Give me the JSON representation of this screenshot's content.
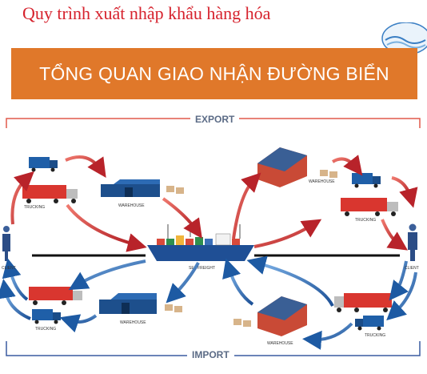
{
  "header": {
    "title": "Quy trình xuất nhập khẩu hàng hóa",
    "banner": "TỔNG QUAN GIAO NHẬN ĐƯỜNG BIỂN"
  },
  "diagram": {
    "export_label": "EXPORT",
    "import_label": "IMPORT",
    "labels": {
      "client": "CLIENT",
      "trucking": "TRUCKING",
      "warehouse": "WAREHOUSE",
      "sea_freight": "SEA FREIGHT"
    }
  },
  "colors": {
    "banner": "#e0782a",
    "title": "#d6222d",
    "export_arrow": "#c9262c",
    "import_arrow": "#1f5fa8",
    "frame_export": "#e15a4c",
    "frame_import": "#3a5ca0"
  }
}
